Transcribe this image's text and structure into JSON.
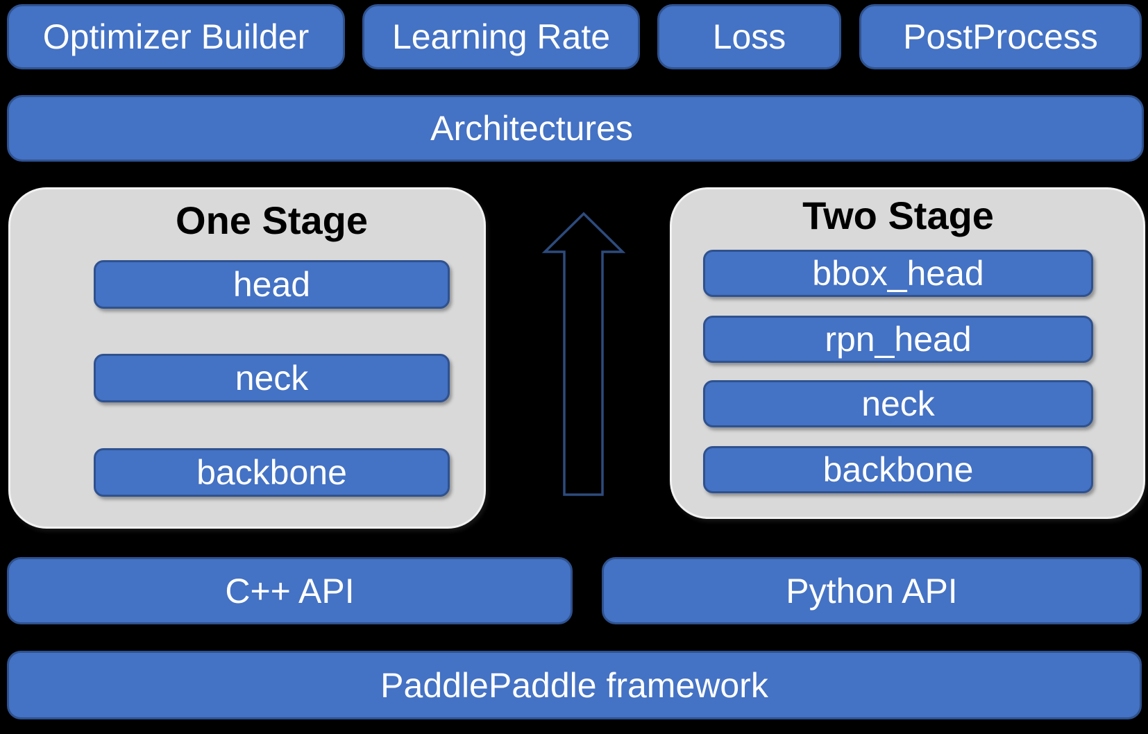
{
  "palette": {
    "background": "#000000",
    "box_fill": "#4472C4",
    "box_border": "#2F528F",
    "panel_fill": "#D9D9D9",
    "panel_border": "#F2F2F2",
    "arrow_outline": "#2D4B7D",
    "label_text": "#FFFFFF",
    "title_text": "#000000"
  },
  "top_row": [
    {
      "label": "Optimizer Builder"
    },
    {
      "label": "Learning Rate"
    },
    {
      "label": "Loss"
    },
    {
      "label": "PostProcess"
    }
  ],
  "architectures_bar": {
    "label": "Architectures"
  },
  "one_stage": {
    "title": "One Stage",
    "layers": [
      "head",
      "neck",
      "backbone"
    ]
  },
  "two_stage": {
    "title": "Two Stage",
    "layers": [
      "bbox_head",
      "rpn_head",
      "neck",
      "backbone"
    ]
  },
  "api_row": [
    {
      "label": "C++ API"
    },
    {
      "label": "Python API"
    }
  ],
  "framework_bar": {
    "label": "PaddlePaddle framework"
  }
}
